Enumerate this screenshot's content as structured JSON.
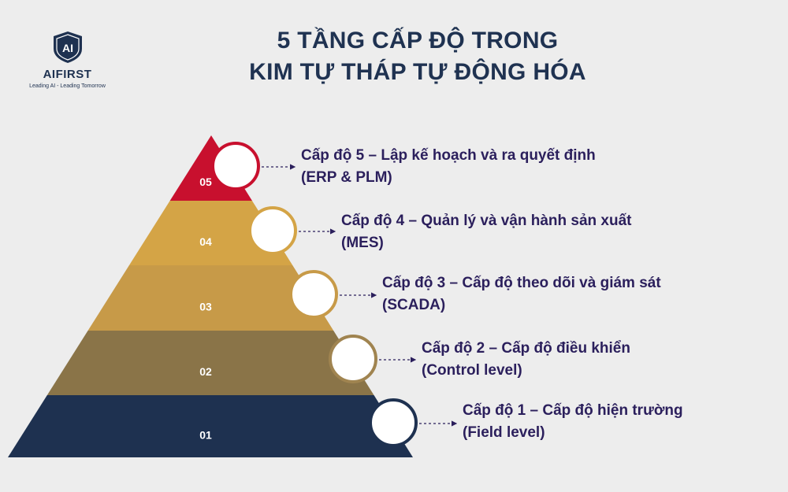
{
  "brand": {
    "logo_mark": "AI",
    "name": "AIFIRST",
    "tagline": "Leading AI - Leading Tomorrow"
  },
  "title": {
    "line1": "5 TẦNG CẤP ĐỘ TRONG",
    "line2": "KIM TỰ THÁP TỰ ĐỘNG HÓA"
  },
  "levels": [
    {
      "number": "05",
      "name": "Cấp độ 5 – Lập kế hoạch và ra quyết định",
      "detail": "(ERP & PLM)",
      "color": "#c8102e",
      "ring": "#c8102e"
    },
    {
      "number": "04",
      "name": "Cấp độ 4 – Quản lý và vận hành sản xuất",
      "detail": "(MES)",
      "color": "#d4a446",
      "ring": "#d4a446"
    },
    {
      "number": "03",
      "name": "Cấp độ 3 – Cấp độ theo dõi và giám sát",
      "detail": "(SCADA)",
      "color": "#c79a48",
      "ring": "#c79a48"
    },
    {
      "number": "02",
      "name": "Cấp độ 2 – Cấp độ điều khiển",
      "detail": "(Control level)",
      "color": "#8a7448",
      "ring": "#a08450"
    },
    {
      "number": "01",
      "name": "Cấp độ 1 – Cấp độ hiện trường",
      "detail": "(Field level)",
      "color": "#1e3150",
      "ring": "#1e3150"
    }
  ],
  "colors": {
    "title": "#1f3251",
    "label": "#2b1f5c",
    "background": "#ededed"
  }
}
